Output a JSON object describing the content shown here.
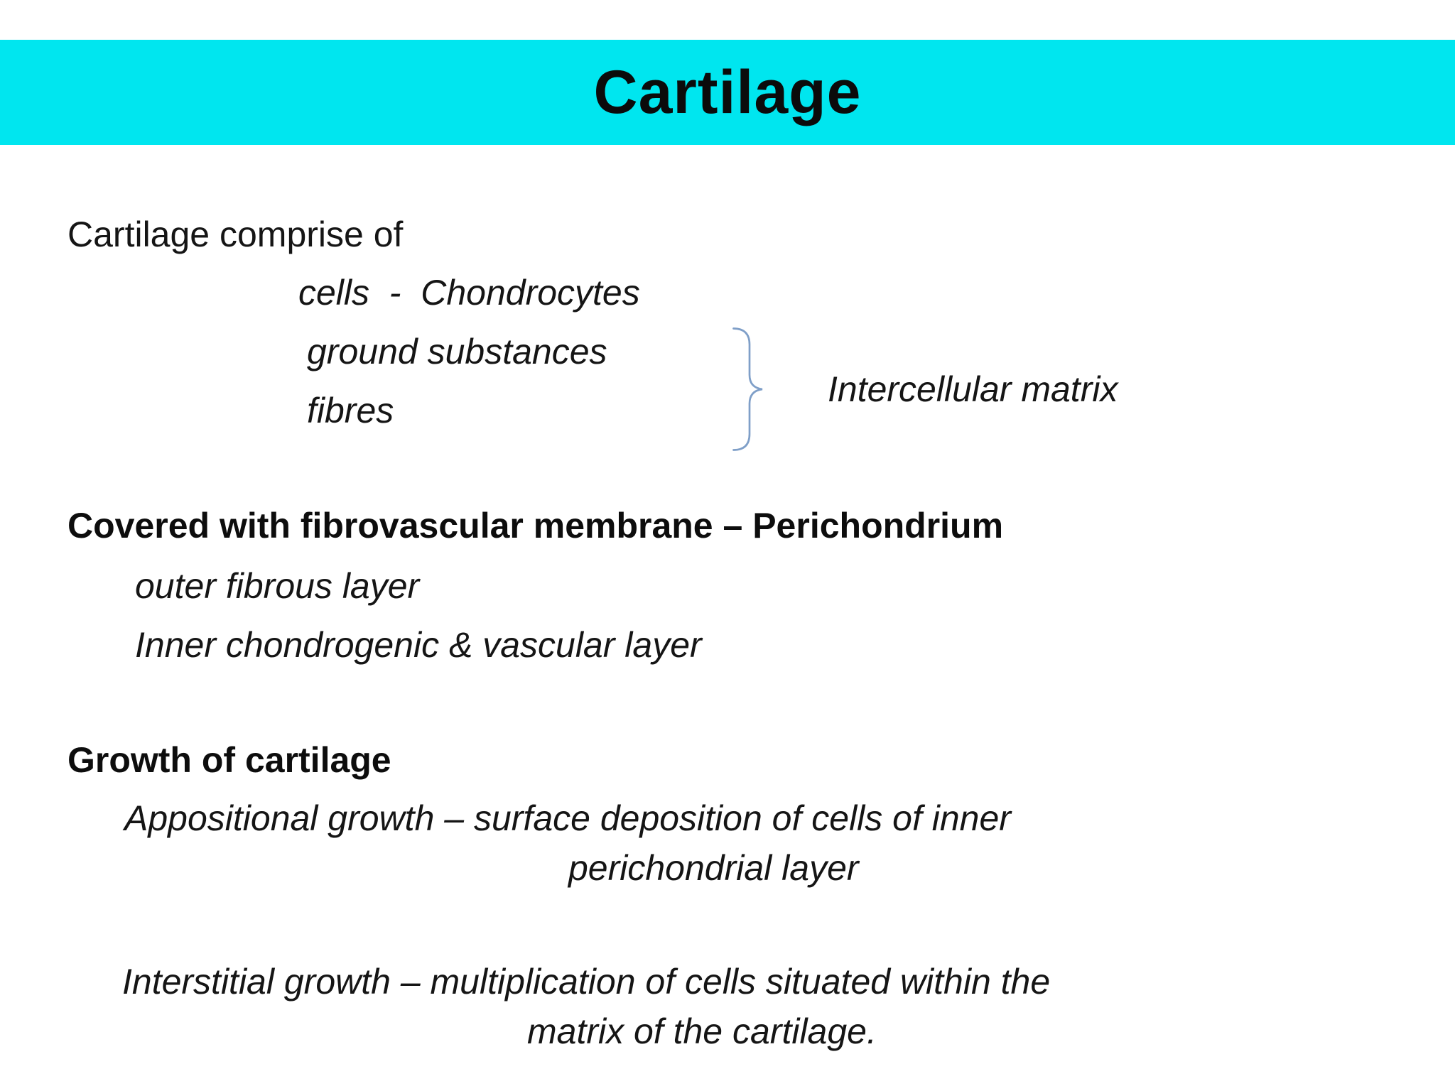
{
  "slide": {
    "title": "Cartilage",
    "accent_color": "#00e6ef",
    "intro": {
      "line1": "Cartilage comprise of",
      "item_cells": "cells  -  Chondrocytes",
      "item_ground": "ground substances",
      "item_fibres": "fibres",
      "matrix_label": "Intercellular matrix"
    },
    "perichondrium": {
      "heading": "Covered with fibrovascular membrane – Perichondrium",
      "outer_layer": "outer fibrous layer",
      "inner_layer": "Inner chondrogenic & vascular layer"
    },
    "growth": {
      "heading": "Growth of cartilage",
      "appositional_line1": "Appositional growth – surface deposition of cells of inner",
      "appositional_line2": "perichondrial layer",
      "interstitial_line1": "Interstitial growth – multiplication of cells situated within the",
      "interstitial_line2": "matrix of the cartilage."
    },
    "brace_color": "#7f9fc8"
  }
}
